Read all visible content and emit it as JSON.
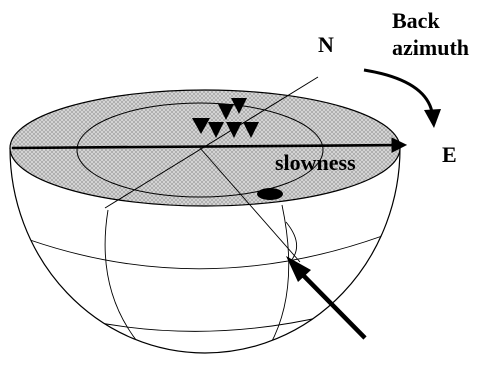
{
  "labels": {
    "north": "N",
    "east": "E",
    "back_azimuth_line1": "Back",
    "back_azimuth_line2": "azimuth",
    "slowness": "slowness"
  },
  "colors": {
    "stroke": "#000000",
    "fill_background": "#ffffff",
    "hatch": "#9a9a9a",
    "hatch_background": "#d8d8d8"
  }
}
